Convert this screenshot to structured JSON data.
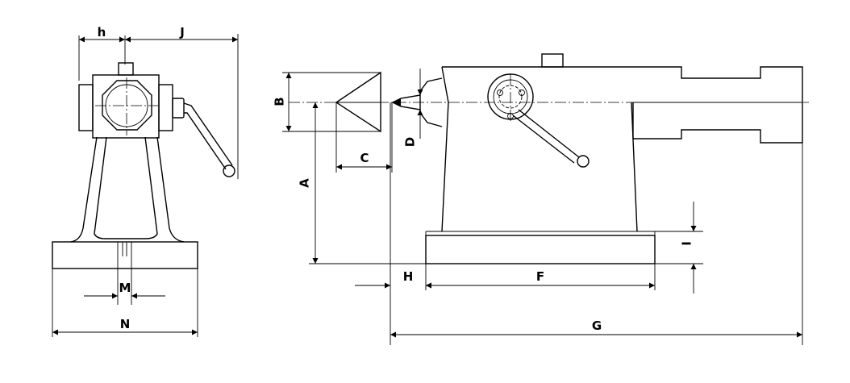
{
  "labels": {
    "h": "h",
    "J": "J",
    "B": "B",
    "C": "C",
    "D": "D",
    "A": "A",
    "I": "I",
    "H": "H",
    "F": "F",
    "M": "M",
    "N": "N",
    "G": "G"
  }
}
